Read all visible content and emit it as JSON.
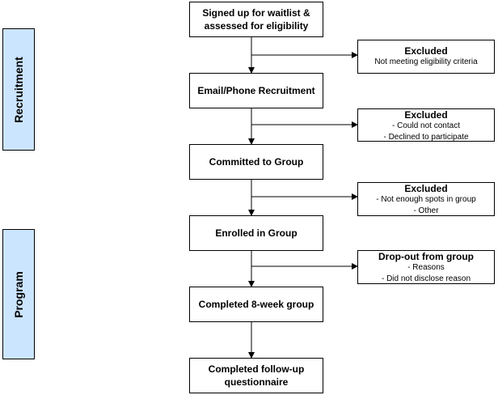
{
  "stages": [
    {
      "label": "Recruitment"
    },
    {
      "label": "Program"
    }
  ],
  "steps": [
    {
      "lines": [
        "Signed up for waitlist &",
        "assessed for eligibility"
      ]
    },
    {
      "lines": [
        "Email/Phone Recruitment"
      ]
    },
    {
      "lines": [
        "Committed to Group"
      ]
    },
    {
      "lines": [
        "Enrolled in Group"
      ]
    },
    {
      "lines": [
        "Completed 8-week group"
      ]
    },
    {
      "lines": [
        "Completed follow-up",
        "questionnaire"
      ]
    }
  ],
  "exclusions": [
    {
      "title": "Excluded",
      "details": [
        "Not meeting eligibility criteria"
      ]
    },
    {
      "title": "Excluded",
      "details": [
        "- Could not contact",
        "- Declined to participate"
      ]
    },
    {
      "title": "Excluded",
      "details": [
        "- Not enough spots in group",
        "- Other"
      ]
    },
    {
      "title": "Drop-out from group",
      "details": [
        "- Reasons",
        "- Did not disclose reason"
      ]
    }
  ]
}
